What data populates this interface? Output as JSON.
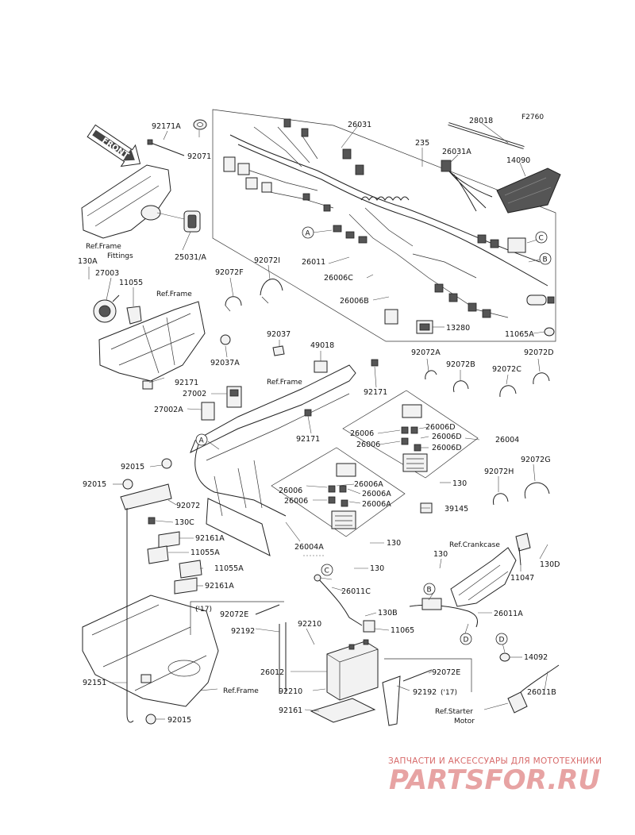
{
  "figure_code": "F2760",
  "front_badge": "FRONT",
  "ref_labels": {
    "frame_fittings": "Ref.Frame\nFittings",
    "frame_top": "Ref.Frame",
    "frame_mid": "Ref.Frame",
    "frame_bottom": "Ref.Frame",
    "crankcase": "Ref.Crankcase",
    "starter_motor": "Ref.Starter\nMotor"
  },
  "year_tags": {
    "left": "('17)",
    "right": "('17)"
  },
  "circle_markers": {
    "a": "A",
    "b": "B",
    "c": "C",
    "d": "D"
  },
  "part_labels": {
    "p92171A": "92171A",
    "p92071": "92071",
    "p26031": "26031",
    "p28018": "28018",
    "p235": "235",
    "p26031A": "26031A",
    "p14090": "14090",
    "p25031A": "25031/A",
    "p130A": "130A",
    "p27003": "27003",
    "p11055": "11055",
    "p92072F": "92072F",
    "p92072I": "92072I",
    "p26011": "26011",
    "p26006C": "26006C",
    "p26006B": "26006B",
    "p13280": "13280",
    "p11065A": "11065A",
    "p92037": "92037",
    "p92037A": "92037A",
    "p49018": "49018",
    "p92171_a": "92171",
    "p92171_b": "92171",
    "p92171_c": "92171",
    "p92072A": "92072A",
    "p92072B": "92072B",
    "p92072C": "92072C",
    "p92072D": "92072D",
    "p27002": "27002",
    "p27002A": "27002A",
    "p26006_a": "26006",
    "p26006_b": "26006",
    "p26006D_a": "26006D",
    "p26006D_b": "26006D",
    "p26006D_c": "26006D",
    "p26004": "26004",
    "p92015_a": "92015",
    "p92015_b": "92015",
    "p92015_c": "92015",
    "p92072": "92072",
    "p130C": "130C",
    "p92161A_a": "92161A",
    "p11055A_a": "11055A",
    "p11055A_b": "11055A",
    "p92161A_b": "92161A",
    "p26006_c": "26006",
    "p26006_d": "26006",
    "p26006A_a": "26006A",
    "p26006A_b": "26006A",
    "p26006A_c": "26006A",
    "p130_a": "130",
    "p92072H": "92072H",
    "p92072G": "92072G",
    "p39145": "39145",
    "p26004A": "26004A",
    "p130_b": "130",
    "p130_c": "130",
    "p130_d": "130",
    "p130D": "130D",
    "p11047": "11047",
    "p26011C": "26011C",
    "p92072E_a": "92072E",
    "p92192_a": "92192",
    "p92210_a": "92210",
    "p130B": "130B",
    "p11065": "11065",
    "p26011A": "26011A",
    "p26012": "26012",
    "p92210_b": "92210",
    "p92072E_b": "92072E",
    "p92192_b": "92192",
    "p14092": "14092",
    "p26011B": "26011B",
    "p92151": "92151",
    "p92161": "92161"
  },
  "watermark": {
    "tagline": "ЗАПЧАСТИ И АКСЕССУАРЫ ДЛЯ МОТОТЕХНИКИ",
    "brand": "PARTSFOR.RU"
  }
}
